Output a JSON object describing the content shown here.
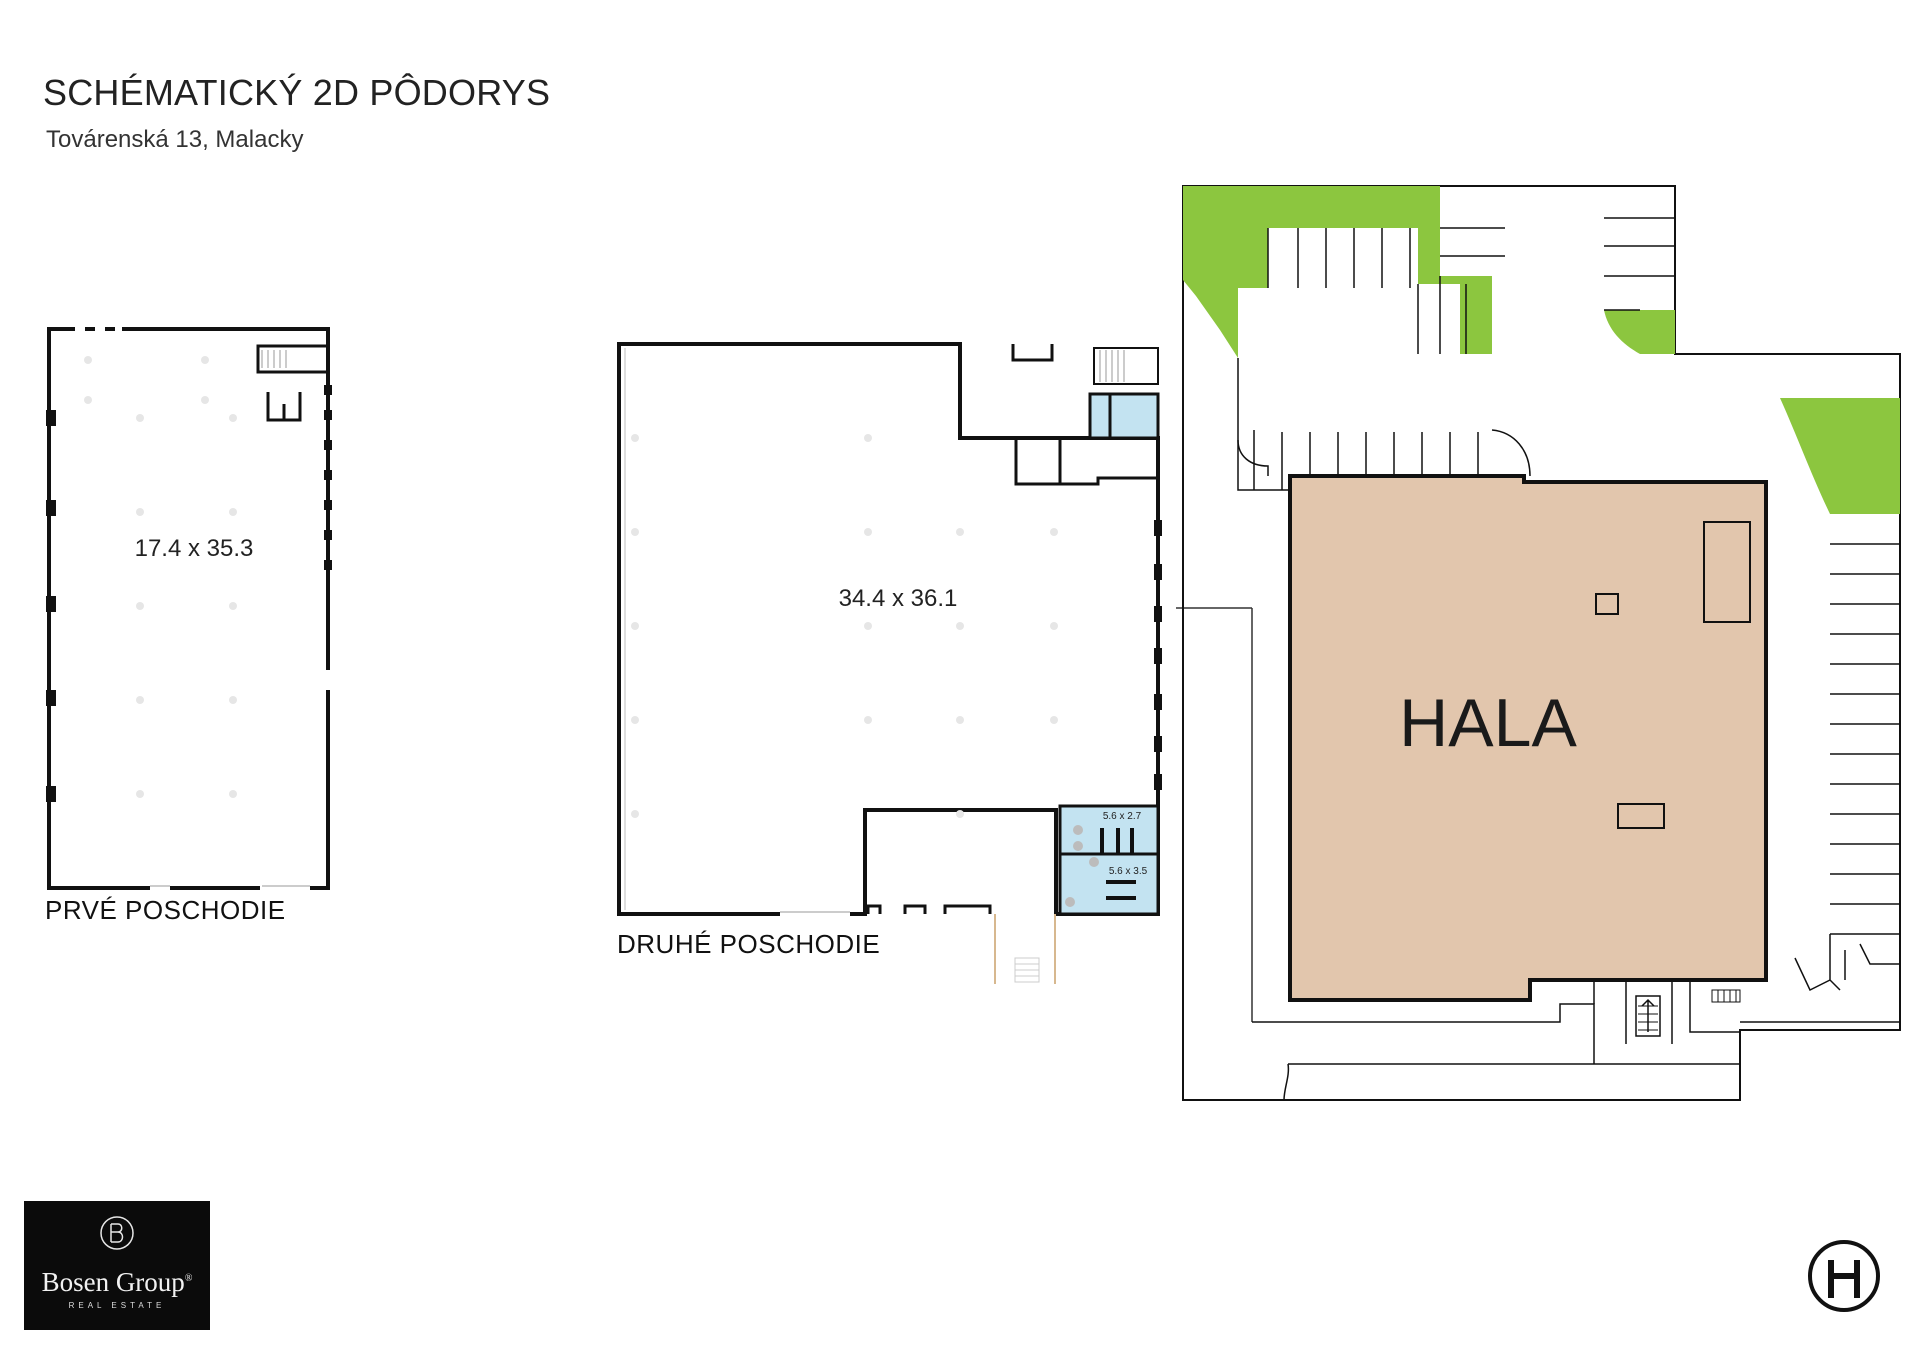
{
  "header": {
    "title": "SCHÉMATICKÝ 2D  PÔDORYS",
    "address": "Továrenská 13, Malacky"
  },
  "floors": {
    "first": {
      "label": "PRVÉ POSCHODIE",
      "dimensions": "17.4 x 35.3"
    },
    "second": {
      "label": "DRUHÉ POSCHODIE",
      "dimensions": "34.4 x 36.1",
      "room_a": "5.6 x 2.7",
      "room_b": "5.6 x 3.5"
    }
  },
  "site": {
    "hall_label": "HALA"
  },
  "logo": {
    "name": "Bosen Group",
    "registered": "®",
    "tagline": "REAL ESTATE"
  },
  "colors": {
    "hall_fill": "#e2c6ad",
    "greenery": "#8cc63f",
    "wet_room": "#c3e3f1",
    "wall": "#111111",
    "logo_bg": "#0b0b0b"
  }
}
